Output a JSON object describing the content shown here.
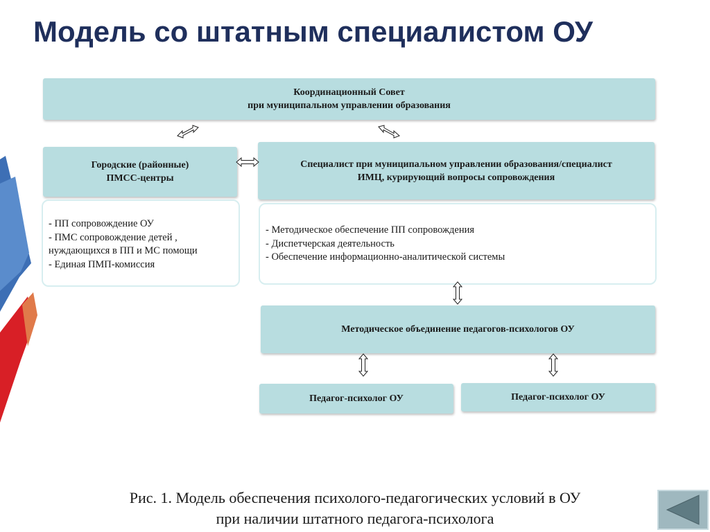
{
  "title": "Модель со штатным специалистом ОУ",
  "nodes": {
    "council": {
      "line1": "Координационный Совет",
      "line2": "при муниципальном управлении образования"
    },
    "pmss": {
      "line1": "Городские (районные)",
      "line2": "ПМСС-центры"
    },
    "specialist": {
      "line1": "Специалист при муниципальном управлении образования/специалист",
      "line2": "ИМЦ, курирующий вопросы сопровождения"
    },
    "methodical": {
      "label": "Методическое объединение педагогов-психологов ОУ"
    },
    "psych_left": {
      "label": "Педагог-психолог ОУ"
    },
    "psych_right": {
      "label": "Педагог-психолог ОУ"
    }
  },
  "panels": {
    "pmss_functions": [
      "-  ПП сопровождение ОУ",
      "- ПМС сопровождение детей ,",
      "нуждающихся в ПП и МС помощи",
      "- Единая ПМП-комиссия"
    ],
    "specialist_functions": [
      "- Методическое обеспечение ПП сопровождения",
      "- Диспетчерская деятельность",
      "- Обеспечение информационно-аналитической системы"
    ]
  },
  "caption": {
    "line1": "Рис. 1. Модель обеспечения психолого-педагогических условий в ОУ",
    "line2": "при наличии штатного педагога-психолога"
  },
  "colors": {
    "title": "#1f2f5c",
    "box_fill": "#b8dde0",
    "panel_border": "#d7eef0",
    "deco_blue": "#3d6fb5",
    "deco_red": "#d81f26",
    "deco_orange": "#e07a4a"
  },
  "icons": {
    "nav": "back-triangle-icon"
  }
}
